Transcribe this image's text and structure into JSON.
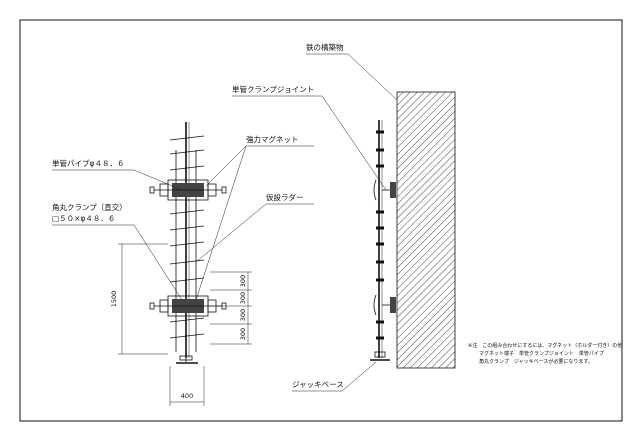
{
  "labels": {
    "steel_structure": "鉄の構築物",
    "single_pipe_clamp_joint": "単管クランプジョイント",
    "strong_magnet": "強力マグネット",
    "single_pipe": "単管パイプφ４８．６",
    "square_clamp_line1": "角丸クランプ（直交）",
    "square_clamp_line2": "□５０×φ４８．６",
    "temporary_ladder": "仮設ラダー",
    "jack_base": "ジャッキベース"
  },
  "dimensions": {
    "height_1500": "1500",
    "width_400": "400",
    "d300_a": "300",
    "d300_b": "300",
    "d300_c": "300",
    "d300_d": "300"
  },
  "note": {
    "line1": "※注　この組み合わせにするには、マグネット（ホルダー付き）の他",
    "line2": "マグネット端子　単管クランプジョイント　単管パイプ",
    "line3": "角丸クランプ　ジャッキベースが必要になります。"
  }
}
